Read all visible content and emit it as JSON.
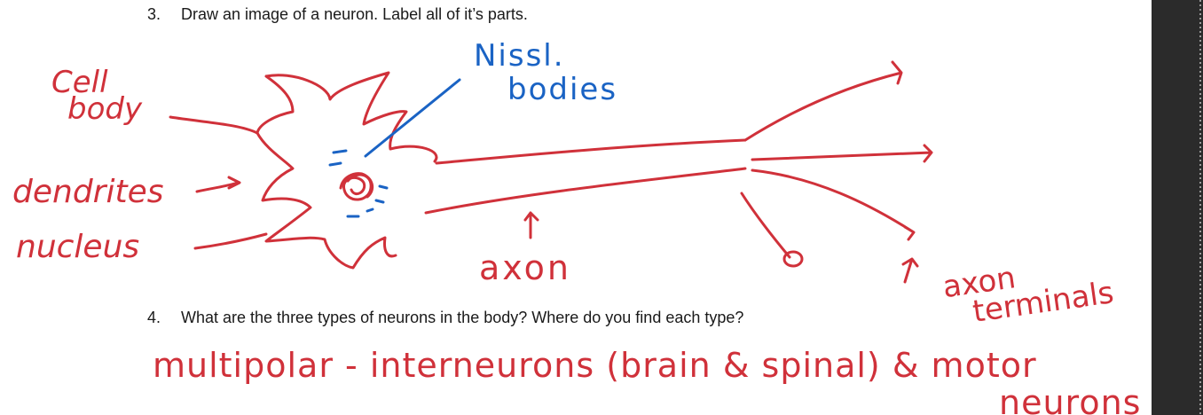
{
  "questions": {
    "q3": {
      "number": "3.",
      "text": "Draw an image of a neuron.  Label all of it’s parts."
    },
    "q4": {
      "number": "4.",
      "text": "What are the three types of neurons in the body?  Where do you find each type?"
    }
  },
  "handwriting": {
    "cell_body": [
      "Cell",
      "body"
    ],
    "dendrites": "dendrites",
    "nucleus": "nucleus",
    "nissl": [
      "Nissl.",
      "bodies"
    ],
    "axon": "axon",
    "axon_terminals": [
      "axon",
      "terminals"
    ],
    "answer_line": "multipolar - interneurons (brain & spinal) & motor",
    "answer_line2": "neurons"
  },
  "colors": {
    "red_ink": "#d0313a",
    "blue_ink": "#1a63c4",
    "text": "#1a1a1a",
    "scrollbar": "#2b2b2b"
  }
}
